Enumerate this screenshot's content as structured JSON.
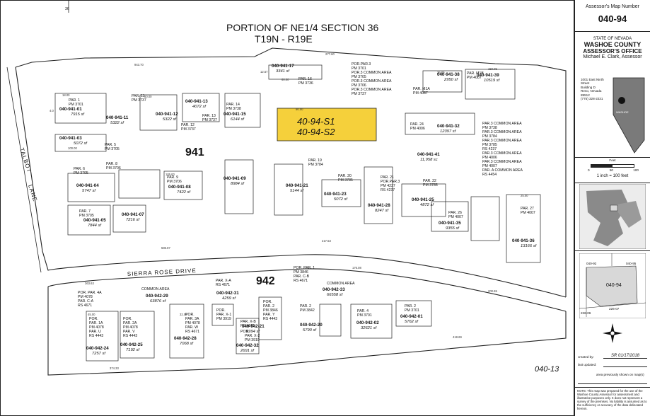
{
  "title": {
    "portion": "PORTION OF NE1/4 SECTION 36",
    "township": "T19N - R19E",
    "top_ref": "36",
    "bottom_ref": "040-13"
  },
  "blocks": [
    "941",
    "942"
  ],
  "roads": {
    "talbot": "TALBOT",
    "lane": "LANE",
    "sierra_rose": "SIERRA ROSE DRIVE"
  },
  "highlight": {
    "line1": "40-94-S1",
    "line2": "40-94-S2",
    "color": "#f5d03b"
  },
  "parcels": [
    {
      "no": "040-941-01",
      "area": "7915 sf",
      "pars": [
        "PAR. 1",
        "PM 3701"
      ]
    },
    {
      "no": "040-941-03",
      "area": "5072 sf",
      "pars": [
        "PAR. 5",
        "PM 3705"
      ]
    },
    {
      "no": "040-941-11",
      "area": "5322 sf",
      "pars": [
        "PAR. 11",
        "PM 3737"
      ]
    },
    {
      "no": "040-941-12",
      "area": "5322 sf",
      "pars": [
        "PAR. 12",
        "PM 3737"
      ]
    },
    {
      "no": "040-941-13",
      "area": "4072 sf",
      "pars": [
        "PAR. 13",
        "PM 3737"
      ]
    },
    {
      "no": "040-941-15",
      "area": "6144 sf",
      "pars": [
        "PAR. 14",
        "PM 3738"
      ]
    },
    {
      "no": "040-941-17",
      "area": "3341 sf",
      "pars": [
        "PAR. 16",
        "PM 3736"
      ]
    },
    {
      "no": "040-941-38",
      "area": "2950 sf",
      "pars": [
        "PAR. M1B",
        "PM 4087"
      ]
    },
    {
      "no": "040-941-39",
      "area": "10519 sf",
      "pars": []
    },
    {
      "no": "040-941-32",
      "area": "12397 sf",
      "pars": [
        "PAR. 24",
        "PM 4006"
      ]
    },
    {
      "no": "040-941-41",
      "area": "11,958 sc",
      "pars": [
        "PAR. M1A",
        "PM 4087"
      ]
    },
    {
      "no": "040-941-04",
      "area": "5747 sf",
      "pars": [
        "PAR. 6",
        "PM 3705"
      ]
    },
    {
      "no": "040-941-08",
      "area": "7422 sf",
      "pars": [
        "PAR. 9",
        "PM 3706"
      ]
    },
    {
      "no": "040-941-09",
      "area": "8984 sf",
      "pars": [
        "PAR. 8",
        "PM 3706"
      ]
    },
    {
      "no": "040-941-21",
      "area": "5144 sf",
      "pars": [
        "PAR. 19",
        "PM 3784"
      ]
    },
    {
      "no": "040-941-23",
      "area": "5072 sf",
      "pars": [
        "PAR. 20",
        "PM 3785"
      ]
    },
    {
      "no": "040-941-28",
      "area": "8247 sf",
      "pars": [
        "PAR. 21",
        "POR.PAR.3",
        "PM 4237",
        "RS 4237"
      ]
    },
    {
      "no": "040-941-25",
      "area": "4872 sf",
      "pars": [
        "PAR. 22",
        "PM 3785"
      ]
    },
    {
      "no": "040-941-35",
      "area": "9355 sf",
      "pars": [
        "PAR. 26",
        "PM 4007"
      ]
    },
    {
      "no": "040-941-36",
      "area": "13166 sf",
      "pars": [
        "PAR. 27",
        "PM 4007"
      ]
    },
    {
      "no": "040-941-05",
      "area": "7844 sf",
      "pars": [
        "PAR. 7",
        "PM 3705"
      ]
    },
    {
      "no": "040-941-07",
      "area": "7216 sf",
      "pars": []
    },
    {
      "no": "040-942-29",
      "area": "63876 sf",
      "pars": [
        "COMMON AREA"
      ]
    },
    {
      "no": "040-942-31",
      "area": "4259 sf",
      "pars": [
        "PAR. X-A",
        "RS 4671"
      ]
    },
    {
      "no": "040-942-33",
      "area": "66558 sf",
      "pars": [
        "POR. PAR. 1",
        "PM 3846",
        "PAR. C-B",
        "RS 4671"
      ]
    },
    {
      "no": "040-942-24",
      "area": "7257 sf",
      "pars": [
        "POR.",
        "PAR. 1A",
        "PM 4078",
        "PAR. U",
        "RS 4443"
      ]
    },
    {
      "no": "040-942-25",
      "area": "7192 sf",
      "pars": [
        "POR.",
        "PAR. 2A",
        "PM 4078",
        "PAR. V",
        "RS 4443"
      ]
    },
    {
      "no": "040-942-28",
      "area": "7068 sf",
      "pars": [
        "POR.",
        "PAR. 3A",
        "PM 4078",
        "PAR. W",
        "RS 4671"
      ]
    },
    {
      "no": "040-942-32",
      "area": "2691 sf",
      "pars": [
        "PAR. X-B",
        "RS 4671"
      ]
    },
    {
      "no": "040-942-21",
      "area": "5994 sf",
      "pars": [
        "POR.",
        "PAR. 2",
        "PM 3846",
        "PAR. Y",
        "RS 4443"
      ]
    },
    {
      "no": "040-942-20",
      "area": "5790 sf",
      "pars": [
        "PAR. 2",
        "PM 3842"
      ]
    },
    {
      "no": "040-942-02",
      "area": "32621 sf",
      "pars": [
        "PAR. 4",
        "PM 3701"
      ]
    },
    {
      "no": "040-942-01",
      "area": "5762 sf",
      "pars": [
        "PAR. 2",
        "PM 3701"
      ]
    }
  ],
  "text_blocks": {
    "por_par3": [
      "POR.PAR.3",
      "PM 3701",
      "POR.3 COMMON AREA",
      "PM 3705",
      "POR.3 COMMON AREA",
      "PM 3706",
      "POR.3 COMMON AREA",
      "PM 3737"
    ],
    "par3_common": [
      "PAR.3 COMMON AREA",
      "PM 3738",
      "PAR.3 COMMON AREA",
      "PM 3784",
      "PAR.3 COMMON AREA",
      "PM 3785",
      "RS 4237",
      "PAR.3 COMMON AREA",
      "PM 4006",
      "PAR.3 COMMON AREA",
      "PM 4007",
      "PAR. A COMMON AREA",
      "RS 4454"
    ],
    "por_par4a": [
      "POR. PAR. 4A",
      "PM 4078",
      "PAR. C-A",
      "RS 4671"
    ],
    "par_x1": [
      "POR.",
      "PAR. X-1",
      "PM 3919"
    ],
    "par_x2": [
      "POR.",
      "PAR. X-2",
      "PM 3919"
    ],
    "common_area_942": [
      "COMMON AREA"
    ]
  },
  "dimensions": [
    "943.70",
    "277.60",
    "586.87",
    "217.53",
    "363.63",
    "374.33",
    "418.69",
    "200.65",
    "150.05",
    "176.08",
    "12.57",
    "60.00",
    "100.00",
    "105.00",
    "90.00",
    "50.00",
    "32.00",
    "45.00",
    "35.00",
    "25.00",
    "18.00",
    "4.0"
  ],
  "sidebar": {
    "header": "Assessor's Map Number",
    "map_number": "040-94",
    "state": "STATE OF NEVADA",
    "county": "WASHOE COUNTY",
    "office": "ASSESSOR'S OFFICE",
    "assessor": "Michael E. Clark, Assessor",
    "address": [
      "1001 East Ninth Street",
      "Building D",
      "Reno, Nevada  89512",
      "(775) 328-2231"
    ],
    "scale_label": "Feet",
    "scale_ticks": [
      "0",
      "50",
      "100"
    ],
    "scale_text": "1 inch = 100 feet",
    "inset_labels": [
      "040-92",
      "040-94",
      "226-06",
      "226-07",
      "040-95"
    ],
    "created_by_label": "created by:",
    "created_by_value": "SR 01/17/2018",
    "last_updated_label": "last updated:",
    "prev_shown_label": "area previously shown on map(s)",
    "note": "NOTE:  This map was prepared for the use of the Washoe County Assessor for assessment and illustrative purposes only.  It does not represent a survey of the premises.  No liability is assumed as to the sufficiency or accuracy of the data delineated hereon.",
    "colors": {
      "inset_fill": "#8a8a8a",
      "inset_highlight": "#d8d8d8"
    }
  }
}
